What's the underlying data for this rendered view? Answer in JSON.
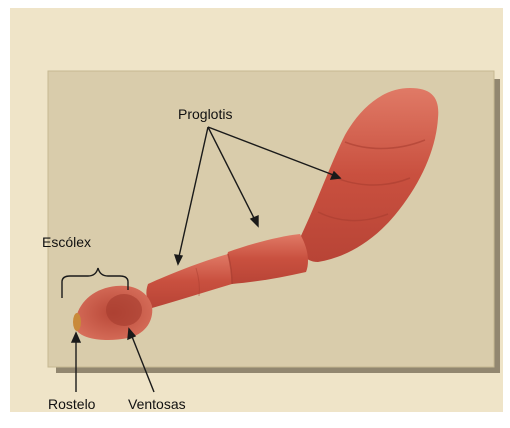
{
  "labels": {
    "proglotis": "Proglotis",
    "escolex": "Escólex",
    "rostelo": "Rostelo",
    "ventosas": "Ventosas"
  },
  "colors": {
    "paper": "#efe4c8",
    "specimen_card": "#d9ccab",
    "worm_body": "#cf5a48",
    "worm_dark": "#b84436",
    "pointer": "#1a1a1a"
  }
}
